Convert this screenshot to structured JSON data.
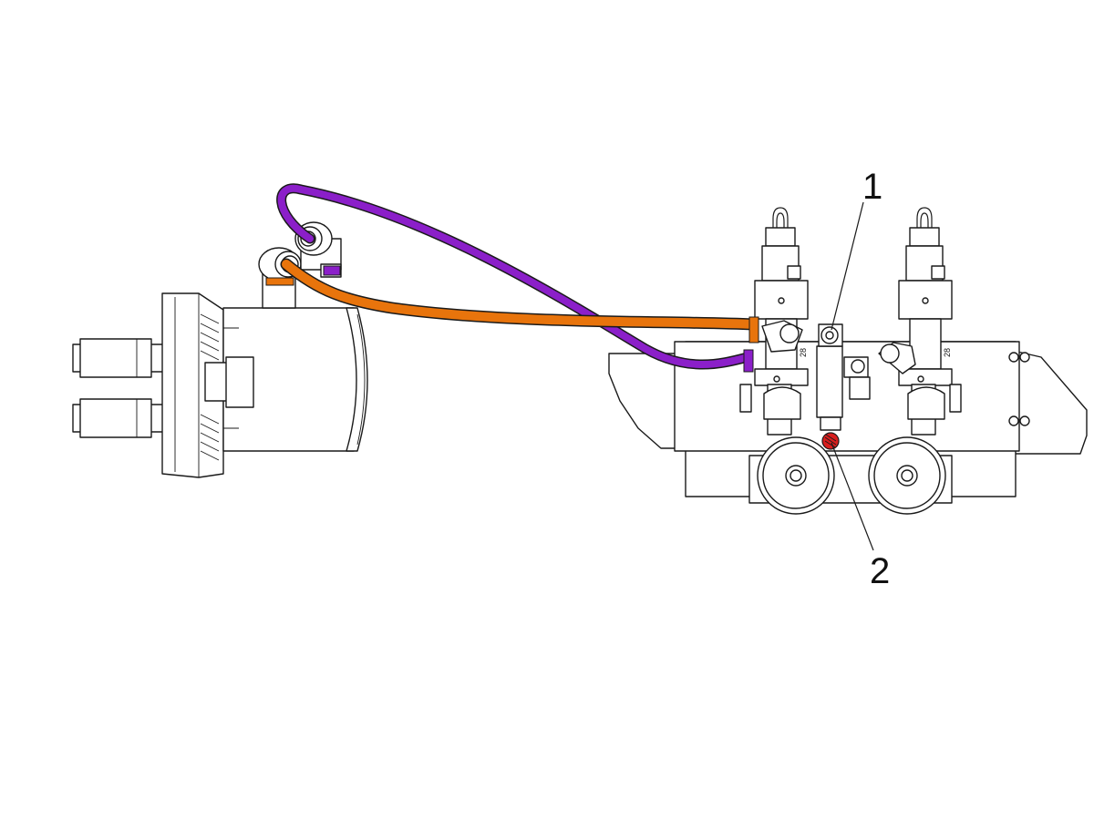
{
  "callouts": [
    {
      "label": "1"
    },
    {
      "label": "2"
    }
  ],
  "fitting_marks": [
    "28",
    "28"
  ],
  "colors": {
    "hose_purple": "#8B1FC9",
    "hose_orange": "#E8740C",
    "plug_red": "#D81E1E",
    "line": "#1a1a1a",
    "background": "#ffffff"
  }
}
